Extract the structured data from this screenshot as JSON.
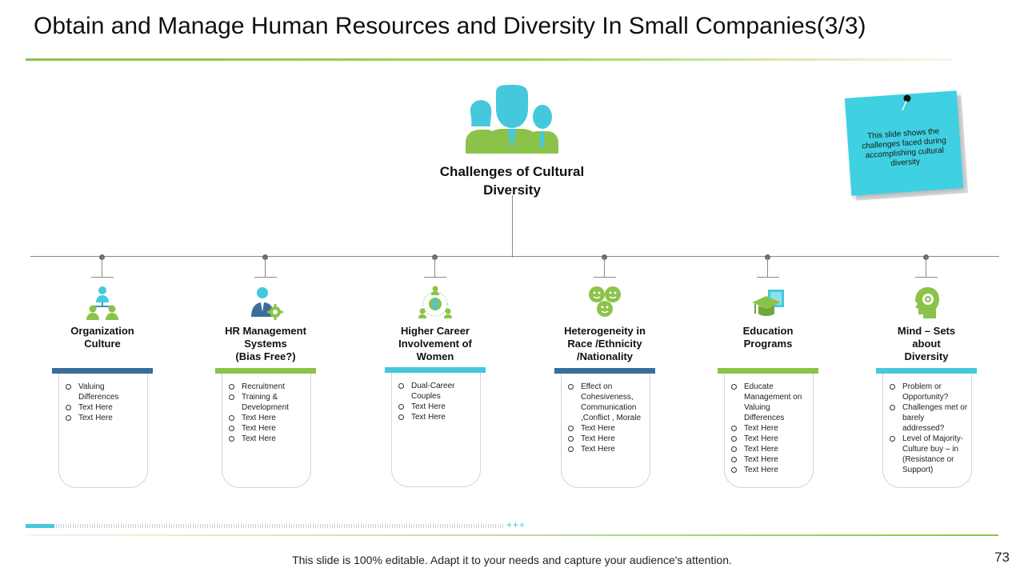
{
  "slide": {
    "title": "Obtain and Manage Human Resources and Diversity In Small Companies(3/3)",
    "center_title": "Challenges of Cultural Diversity",
    "note": "This slide shows the challenges faced during accomplishing cultural diversity",
    "footer_text": "This slide is 100% editable. Adapt it to your needs and capture your audience's attention.",
    "footer_plus": "+++",
    "page_number": "73"
  },
  "colors": {
    "teal": "#46c8dc",
    "green": "#8bc34a",
    "blue": "#3a6e9a",
    "sticky": "#3fd0e2"
  },
  "columns": [
    {
      "label": "Organization\nCulture",
      "icon": "org-chart-icon",
      "color": "blue",
      "items": [
        "Valuing Differences",
        "Text Here",
        "Text Here"
      ]
    },
    {
      "label": "HR Management\nSystems\n(Bias Free?)",
      "icon": "person-gear-icon",
      "color": "green",
      "items": [
        "Recruitment",
        "Training & Development",
        "Text Here",
        "Text Here",
        "Text Here"
      ]
    },
    {
      "label": "Higher Career\nInvolvement of\nWomen",
      "icon": "network-globe-icon",
      "color": "teal",
      "items": [
        "Dual-Career Couples",
        "Text Here",
        "Text Here"
      ]
    },
    {
      "label": "Heterogeneity in\nRace /Ethnicity\n/Nationality",
      "icon": "faces-icon",
      "color": "blue",
      "items": [
        "Effect on Cohesiveness, Communication ,Conflict , Morale",
        "Text Here",
        "Text Here",
        "Text Here"
      ]
    },
    {
      "label": "Education\nPrograms",
      "icon": "graduation-cap-icon",
      "color": "green",
      "items": [
        "Educate Management on Valuing Differences",
        "Text Here",
        "Text Here",
        "Text Here",
        "Text Here",
        "Text Here"
      ]
    },
    {
      "label": "Mind – Sets\nabout\nDiversity",
      "icon": "head-gear-icon",
      "color": "teal",
      "items": [
        "Problem or Opportunity?",
        "Challenges met or barely addressed?",
        "Level of Majority-Culture buy – in (Resistance or Support)"
      ]
    }
  ]
}
